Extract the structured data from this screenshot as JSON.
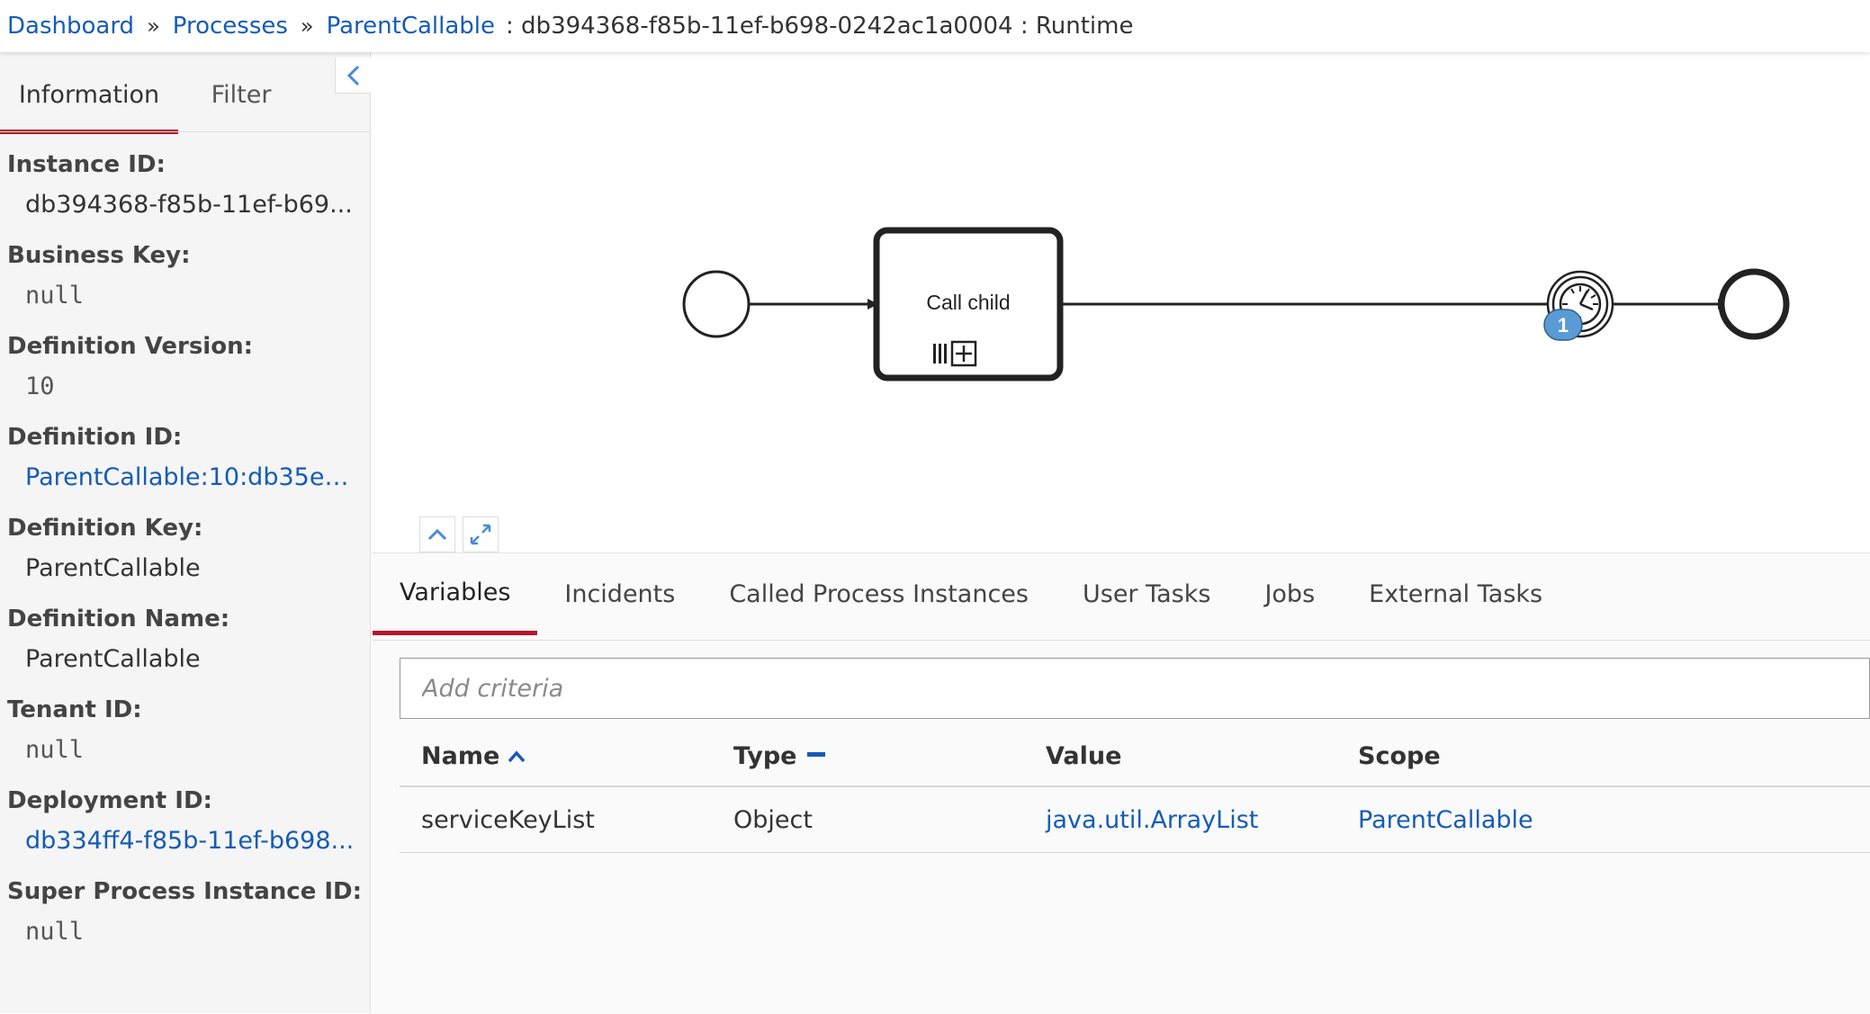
{
  "breadcrumb": {
    "items": [
      "Dashboard",
      "Processes",
      "ParentCallable"
    ],
    "separator": "»",
    "current": ": db394368-f85b-11ef-b698-0242ac1a0004 : Runtime"
  },
  "sidebar": {
    "tabs": [
      "Information",
      "Filter"
    ],
    "fields": [
      {
        "label": "Instance ID:",
        "value": "db394368-f85b-11ef-b69..."
      },
      {
        "label": "Business Key:",
        "value": "null"
      },
      {
        "label": "Definition Version:",
        "value": "10"
      },
      {
        "label": "Definition ID:",
        "value": "ParentCallable:10:db35e8..."
      },
      {
        "label": "Definition Key:",
        "value": "ParentCallable"
      },
      {
        "label": "Definition Name:",
        "value": "ParentCallable"
      },
      {
        "label": "Tenant ID:",
        "value": "null"
      },
      {
        "label": "Deployment ID:",
        "value": "db334ff4-f85b-11ef-b698..."
      },
      {
        "label": "Super Process Instance ID:",
        "value": "null"
      }
    ]
  },
  "diagram": {
    "task_label": "Call child",
    "badge_count": "1"
  },
  "bottom": {
    "tabs": [
      "Variables",
      "Incidents",
      "Called Process Instances",
      "User Tasks",
      "Jobs",
      "External Tasks"
    ],
    "search_placeholder": "Add criteria",
    "columns": [
      "Name",
      "Type",
      "Value",
      "Scope"
    ],
    "rows": [
      {
        "name": "serviceKeyList",
        "type": "Object",
        "value": "java.util.ArrayList",
        "scope": "ParentCallable"
      }
    ]
  },
  "colors": {
    "link": "#155cb5",
    "active_tab": "#b5152b",
    "badge": "#5b9bd5"
  }
}
